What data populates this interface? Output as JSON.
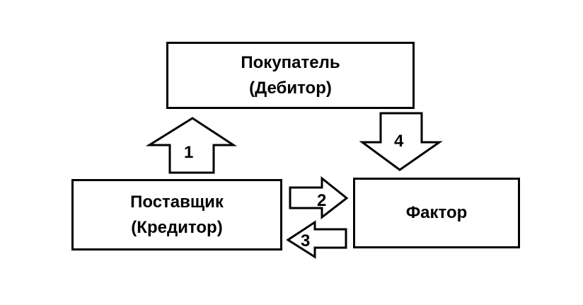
{
  "nodes": {
    "buyer": {
      "line1": "Покупатель",
      "line2": "(Дебитор)"
    },
    "supplier": {
      "line1": "Поставщик",
      "line2": "(Кредитор)"
    },
    "factor": {
      "line1": "Фактор"
    }
  },
  "arrows": {
    "supplier_to_buyer": {
      "label": "1"
    },
    "supplier_to_factor": {
      "label": "2"
    },
    "factor_to_supplier": {
      "label": "3"
    },
    "buyer_to_factor": {
      "label": "4"
    }
  },
  "colors": {
    "stroke": "#000000",
    "fill": "#ffffff"
  }
}
